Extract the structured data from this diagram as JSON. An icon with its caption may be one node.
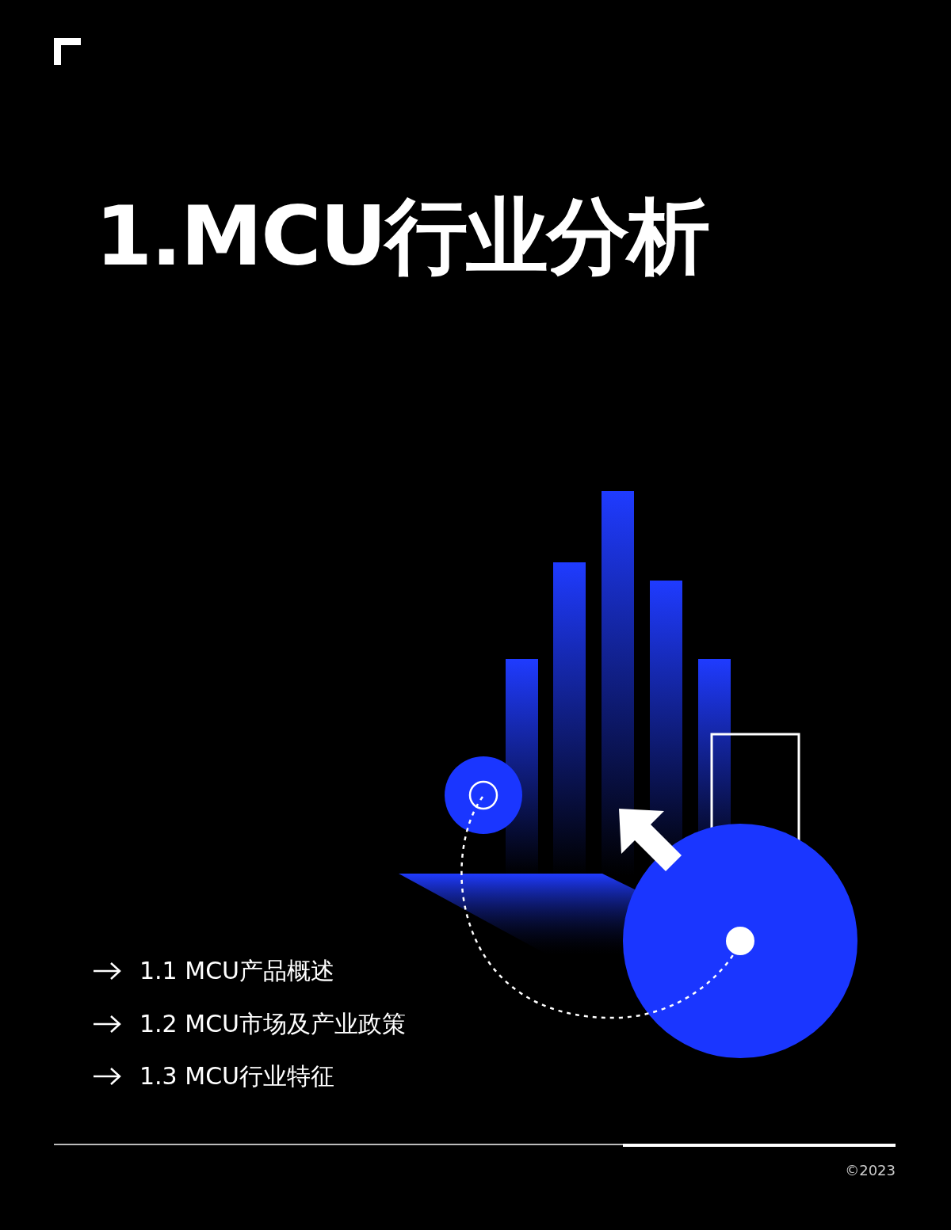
{
  "diagram": {
    "title": "1.MCU行业分析",
    "labels": [
      "1.1 MCU产品概述",
      "1.2 MCU市场及产业政策",
      "1.3 MCU行业特征",
      "©2023"
    ]
  }
}
